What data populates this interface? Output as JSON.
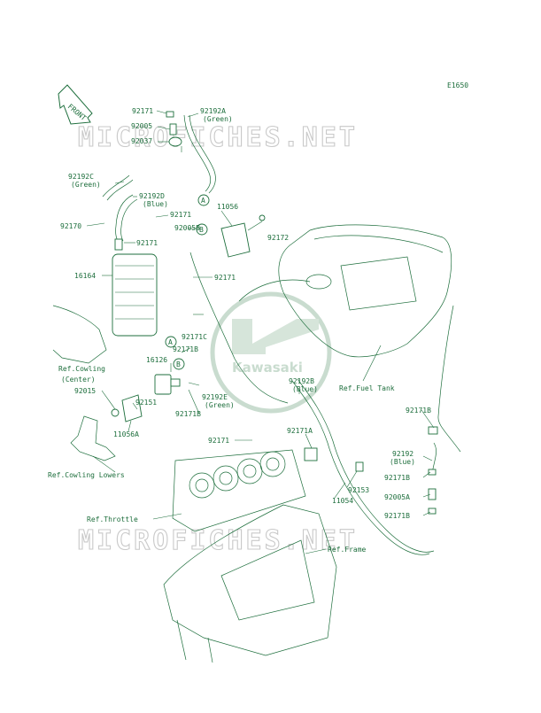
{
  "diagram_code": "E1650",
  "front_label": "FRONT",
  "watermark": "MICROFICHES.NET",
  "logo_text": "Kawasaki",
  "callout_a": "A",
  "callout_b": "B",
  "labels": {
    "p92171_top": "92171",
    "p92192A": "92192A",
    "p92192A_color": "(Green)",
    "p92005_top": "92005",
    "p92037": "92037",
    "p92192C": "92192C",
    "p92192C_color": "(Green)",
    "p92192D": "92192D",
    "p92192D_color": "(Blue)",
    "p11056": "11056",
    "p92171_b": "92171",
    "p92005B": "92005B",
    "p92170": "92170",
    "p92171_c": "92171",
    "p92172": "92172",
    "p16164": "16164",
    "p92171_d": "92171",
    "p92171C": "92171C",
    "ref_cowling_center_1": "Ref.Cowling",
    "ref_cowling_center_2": "(Center)",
    "p92171B_a": "92171B",
    "p16126": "16126",
    "p92015": "92015",
    "p92151": "92151",
    "p11056A": "11056A",
    "p92192E": "92192E",
    "p92192E_color": "(Green)",
    "p92171B_b": "92171B",
    "p92192B": "92192B",
    "p92192B_color": "(Blue)",
    "ref_fuel_tank": "Ref.Fuel Tank",
    "p92171B_c": "92171B",
    "p92171_e": "92171",
    "p92171A": "92171A",
    "ref_cowling_lowers": "Ref.Cowling Lowers",
    "p92192": "92192",
    "p92192_color": "(Blue)",
    "p92171B_d": "92171B",
    "p92153": "92153",
    "p11054": "11054",
    "p92005A": "92005A",
    "ref_throttle": "Ref.Throttle",
    "p92171B_e": "92171B",
    "ref_frame": "Ref.Frame"
  }
}
